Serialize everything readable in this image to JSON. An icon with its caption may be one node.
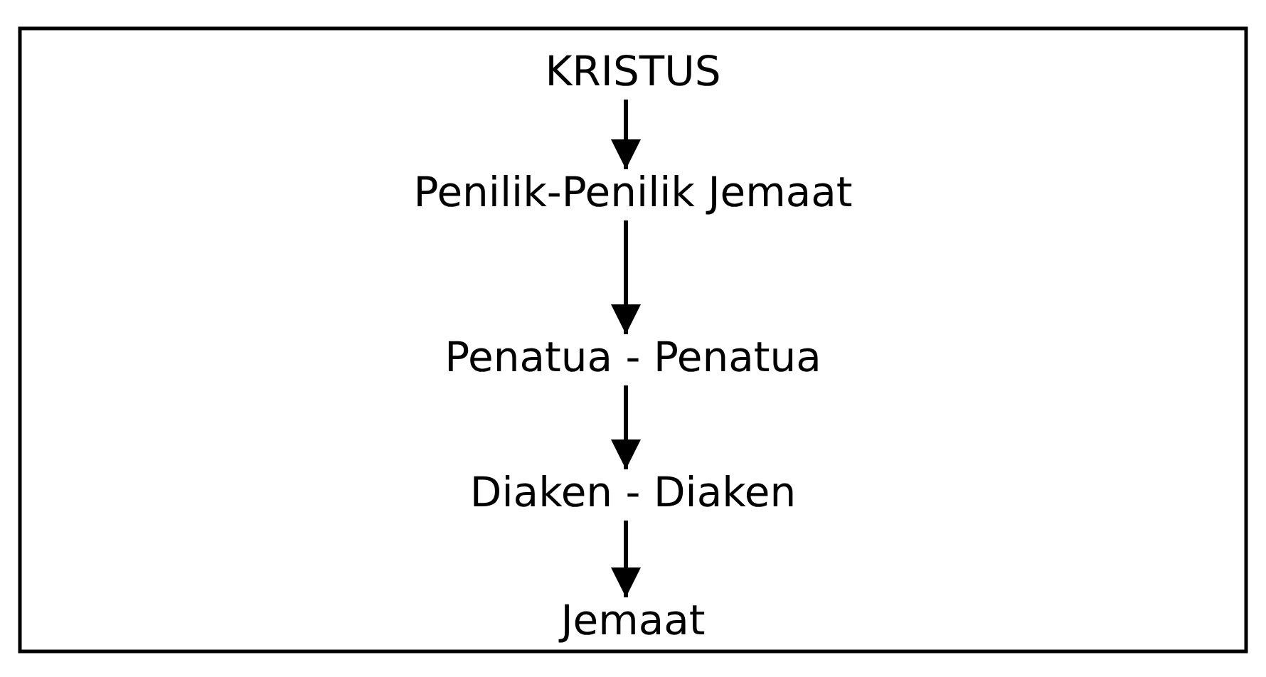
{
  "diagram": {
    "nodes": [
      {
        "text": [
          "KRISTUS"
        ]
      },
      {
        "text": [
          "Penilik-Penilik Jemaat"
        ]
      },
      {
        "text": [
          "Penatua - Penatua"
        ]
      },
      {
        "text": [
          "Diaken - Diaken"
        ]
      },
      {
        "text": [
          "Jemaat"
        ]
      }
    ],
    "edges": [
      {
        "from": 0,
        "to": 1,
        "arrow": "to"
      },
      {
        "from": 1,
        "to": 2,
        "arrow": "to"
      },
      {
        "from": 2,
        "to": 3,
        "arrow": "to"
      },
      {
        "from": 3,
        "to": 4,
        "arrow": "to"
      }
    ]
  }
}
